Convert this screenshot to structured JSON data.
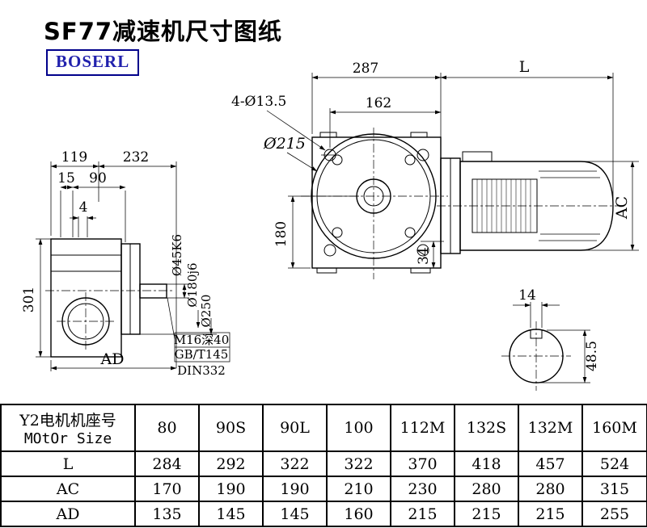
{
  "header": {
    "title": "SF77减速机尺寸图纸",
    "brand": "BOSERL"
  },
  "drawing": {
    "front_view": {
      "dim_287": "287",
      "dim_L": "L",
      "dim_162": "162",
      "dim_holes": "4-Ø13.5",
      "dim_215": "Ø215",
      "dim_180": "180",
      "dim_34": "34",
      "dim_AC": "AC"
    },
    "side_view": {
      "dim_119": "119",
      "dim_232": "232",
      "dim_15": "15",
      "dim_90": "90",
      "dim_4": "4",
      "dim_301": "301",
      "dim_AD": "AD",
      "dim_shaft": "Ø45K6",
      "dim_spigot": "Ø180j6",
      "dim_flange": "Ø250",
      "note_tap": "M16深40",
      "note_std": "GB/T145",
      "note_din": "DIN332"
    },
    "shaft_view": {
      "dim_key": "14",
      "dim_height": "48.5"
    }
  },
  "table": {
    "header_label_line1": "Y2电机机座号",
    "header_label_line2": "MOtOr Size",
    "frame_sizes": [
      "80",
      "90S",
      "90L",
      "100",
      "112M",
      "132S",
      "132M",
      "160M"
    ],
    "rows": [
      {
        "label": "L",
        "values": [
          "284",
          "292",
          "322",
          "322",
          "370",
          "418",
          "457",
          "524"
        ]
      },
      {
        "label": "AC",
        "values": [
          "170",
          "190",
          "190",
          "210",
          "230",
          "280",
          "280",
          "315"
        ]
      },
      {
        "label": "AD",
        "values": [
          "135",
          "145",
          "145",
          "160",
          "215",
          "215",
          "215",
          "255"
        ]
      }
    ]
  }
}
